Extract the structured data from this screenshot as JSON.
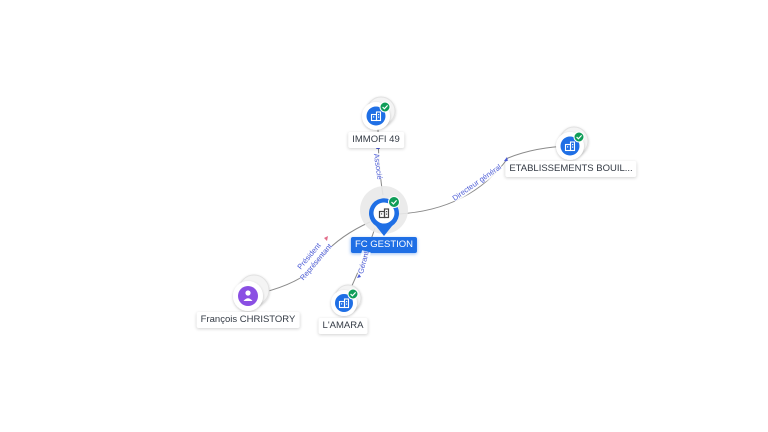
{
  "colors": {
    "company": "#1f6fe5",
    "person": "#8a4fe3",
    "check": "#0f9d58",
    "edge": "#7d7d7d",
    "edge_label": "#4b5bd6"
  },
  "center_node": {
    "label": "FC GESTION",
    "icon": "building-icon",
    "status_icon": "check-icon"
  },
  "nodes": [
    {
      "id": "immofi",
      "label": "IMMOFI 49",
      "type": "company",
      "icon": "building-icon",
      "status_icon": "check-icon"
    },
    {
      "id": "etab",
      "label": "ETABLISSEMENTS BOUIL...",
      "type": "company",
      "icon": "building-icon",
      "status_icon": "check-icon"
    },
    {
      "id": "francois",
      "label": "François CHRISTORY",
      "type": "person",
      "icon": "person-icon"
    },
    {
      "id": "lamara",
      "label": "L'AMARA",
      "type": "company",
      "icon": "building-icon",
      "status_icon": "check-icon"
    }
  ],
  "edges": [
    {
      "to": "immofi",
      "label": "Associé"
    },
    {
      "to": "etab",
      "label": "Directeur général"
    },
    {
      "to": "francois",
      "label": "Président",
      "label2": "Représentant"
    },
    {
      "to": "lamara",
      "label": "Gérant"
    }
  ]
}
